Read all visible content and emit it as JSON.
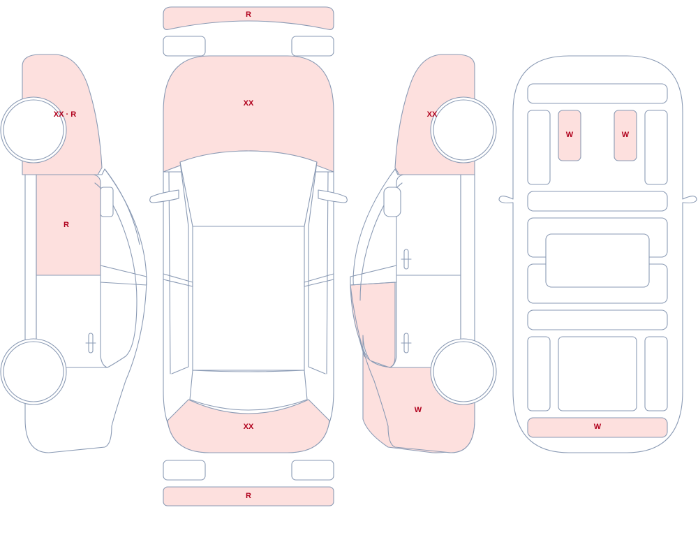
{
  "colors": {
    "damaged_fill": "#fde0de",
    "intact_fill": "#ffffff",
    "outline": "#8a9ab4",
    "label_text": "#b0001c"
  },
  "views": {
    "top": {
      "front_bumper": {
        "label": "R",
        "status": "damaged"
      },
      "hood": {
        "label": "XX",
        "status": "damaged"
      },
      "trunk": {
        "label": "XX",
        "status": "damaged"
      },
      "rear_bumper": {
        "label": "R",
        "status": "damaged"
      }
    },
    "left": {
      "front_fender": {
        "label": "XX · R",
        "status": "damaged"
      },
      "front_door": {
        "label": "R",
        "status": "damaged"
      }
    },
    "right": {
      "front_fender": {
        "label": "XX",
        "status": "damaged"
      },
      "rear_quarter": {
        "label": "W",
        "status": "damaged"
      }
    },
    "interior": {
      "seat_left": {
        "label": "W",
        "status": "damaged"
      },
      "seat_right": {
        "label": "W",
        "status": "damaged"
      },
      "rear_panel": {
        "label": "W",
        "status": "damaged"
      }
    }
  }
}
